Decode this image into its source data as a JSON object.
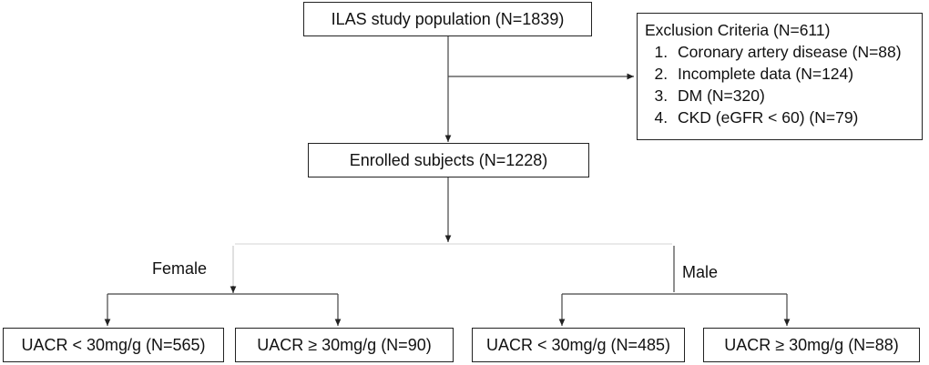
{
  "population": "ILAS study population (N=1839)",
  "exclusion": {
    "title": "Exclusion Criteria (N=611)",
    "items": [
      "Coronary artery disease (N=88)",
      "Incomplete data (N=124)",
      "DM (N=320)",
      "CKD (eGFR < 60) (N=79)"
    ]
  },
  "enrolled": "Enrolled subjects (N=1228)",
  "female": {
    "label": "Female",
    "low": "UACR < 30mg/g (N=565)",
    "high": "UACR ≥ 30mg/g (N=90)"
  },
  "male": {
    "label": "Male",
    "low": "UACR < 30mg/g (N=485)",
    "high": "UACR ≥ 30mg/g (N=88)"
  }
}
